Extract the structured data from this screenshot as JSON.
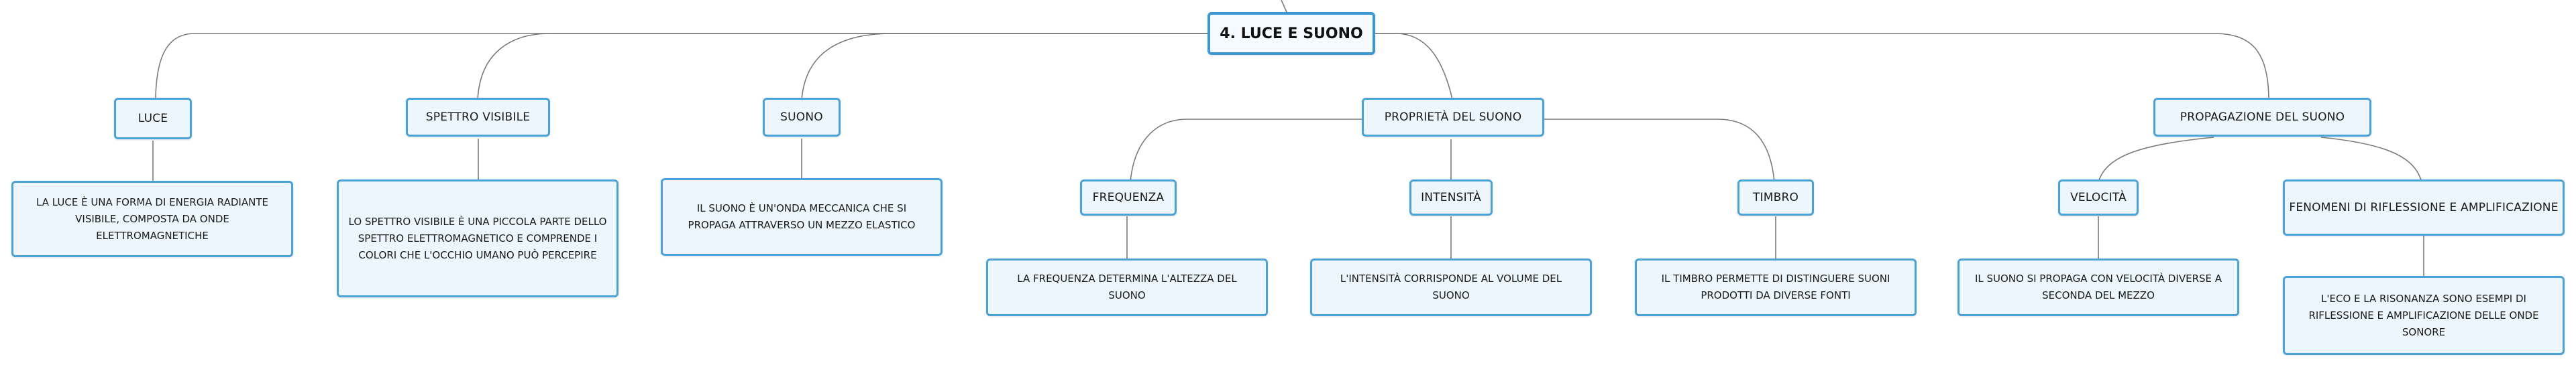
{
  "map": {
    "root": "4. LUCE E SUONO",
    "luce": {
      "label": "LUCE",
      "desc": "LA LUCE È UNA FORMA DI ENERGIA RADIANTE VISIBILE, COMPOSTA DA ONDE ELETTROMAGNETICHE"
    },
    "spettro": {
      "label": "SPETTRO VISIBILE",
      "desc": "LO SPETTRO VISIBILE È UNA PICCOLA PARTE DELLO SPETTRO ELETTROMAGNETICO E COMPRENDE I COLORI CHE L'OCCHIO UMANO PUÒ PERCEPIRE"
    },
    "suono": {
      "label": "SUONO",
      "desc": "IL SUONO È UN'ONDA MECCANICA CHE SI PROPAGA ATTRAVERSO UN MEZZO ELASTICO"
    },
    "proprieta": {
      "label": "PROPRIETÀ DEL SUONO",
      "frequenza": {
        "label": "FREQUENZA",
        "desc": "LA FREQUENZA DETERMINA L'ALTEZZA DEL SUONO"
      },
      "intensita": {
        "label": "INTENSITÀ",
        "desc": "L'INTENSITÀ CORRISPONDE AL VOLUME DEL SUONO"
      },
      "timbro": {
        "label": "TIMBRO",
        "desc": "IL TIMBRO PERMETTE DI DISTINGUERE SUONI PRODOTTI DA DIVERSE FONTI"
      }
    },
    "propagazione": {
      "label": "PROPAGAZIONE DEL SUONO",
      "velocita": {
        "label": "VELOCITÀ",
        "desc": "IL SUONO SI PROPAGA CON VELOCITÀ DIVERSE A SECONDA DEL MEZZO"
      },
      "fenomeni": {
        "label": "FENOMENI DI RIFLESSIONE E AMPLIFICAZIONE",
        "desc": "L'ECO E LA RISONANZA SONO ESEMPI DI RIFLESSIONE E AMPLIFICAZIONE DELLE ONDE SONORE"
      }
    }
  },
  "colors": {
    "node_border": "#4aa3d8",
    "node_fill": "#ecf6fc",
    "connector": "#7a7a7a"
  }
}
